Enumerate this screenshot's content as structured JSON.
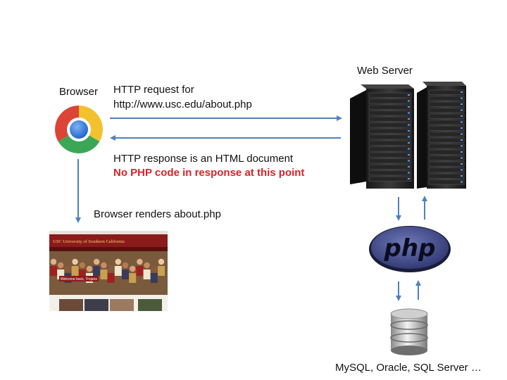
{
  "labels": {
    "browser": "Browser",
    "web_server": "Web Server",
    "request_line1": "HTTP request for",
    "request_line2": "http://www.usc.edu/about.php",
    "response_line1": "HTTP response is an HTML document",
    "response_line2": "No PHP code in response at this point",
    "renders": "Browser renders about.php",
    "php_logo": "php",
    "databases": "MySQL, Oracle, SQL Server …"
  },
  "thumbnail": {
    "logo_text": "USC University of Southern California",
    "banner_text": "Welcome back, Trojans"
  },
  "icons": {
    "browser": "chrome-browser-icon",
    "server": "server-rack-icon",
    "php": "php-logo-icon",
    "database": "database-cylinder-icon"
  },
  "colors": {
    "arrow": "#4f81bd",
    "warning_text": "#d8232a",
    "php_oval": "#4a5494",
    "usc_cardinal": "#8b1a1a"
  }
}
